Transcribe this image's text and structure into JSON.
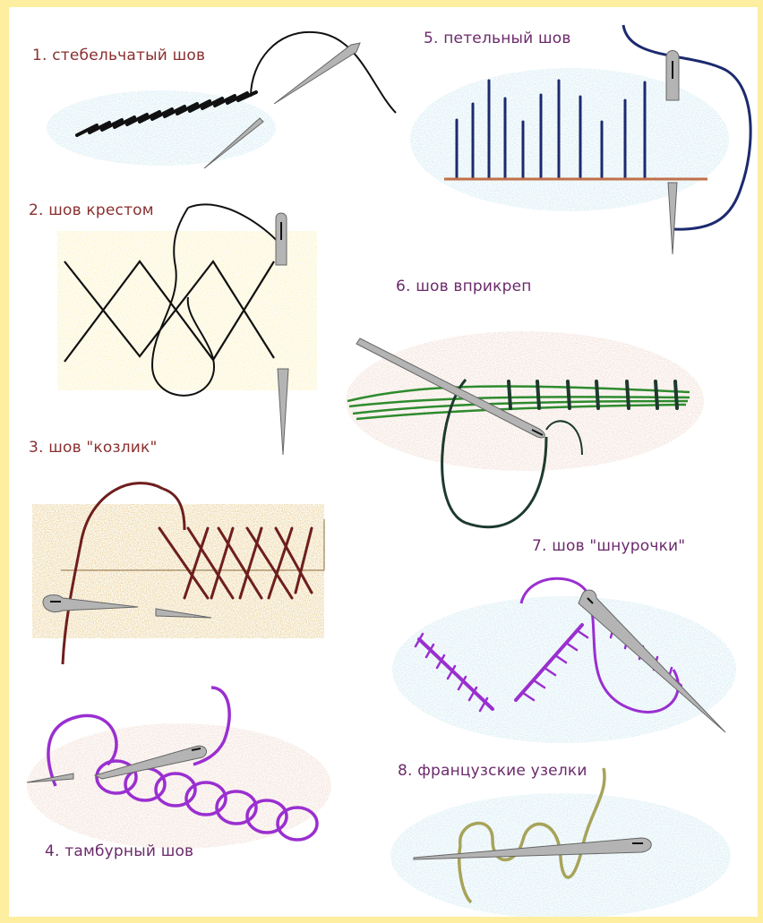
{
  "stitches": [
    {
      "id": "stem",
      "label": "1. стебельчатый шов"
    },
    {
      "id": "cross",
      "label": "2. шов крестом"
    },
    {
      "id": "goat",
      "label": "3. шов \"козлик\""
    },
    {
      "id": "chain",
      "label": "4. тамбурный шов"
    },
    {
      "id": "buttonhole",
      "label": "5. петельный шов"
    },
    {
      "id": "couching",
      "label": "6. шов вприкреп"
    },
    {
      "id": "lacing",
      "label": "7. шов \"шнурочки\""
    },
    {
      "id": "french-knots",
      "label": "8. французские узелки"
    }
  ],
  "colors": {
    "page_border": "#fdeea0",
    "label_red": "#8a2f2f",
    "label_purple": "#6b2a6b",
    "needle": "#b4b4b4",
    "thread_black": "#111111",
    "thread_navy": "#1c2a6e",
    "thread_green": "#2e8b2e",
    "thread_dark_green": "#1e3a2e",
    "thread_maroon": "#6e1e1e",
    "thread_purple": "#9a2fd0",
    "thread_olive": "#a7a35a",
    "fabric_blue": "#d6ecf4",
    "fabric_yellow": "#fbf3c4",
    "fabric_tan": "#ead19a",
    "fabric_pink": "#f2dfd6"
  }
}
